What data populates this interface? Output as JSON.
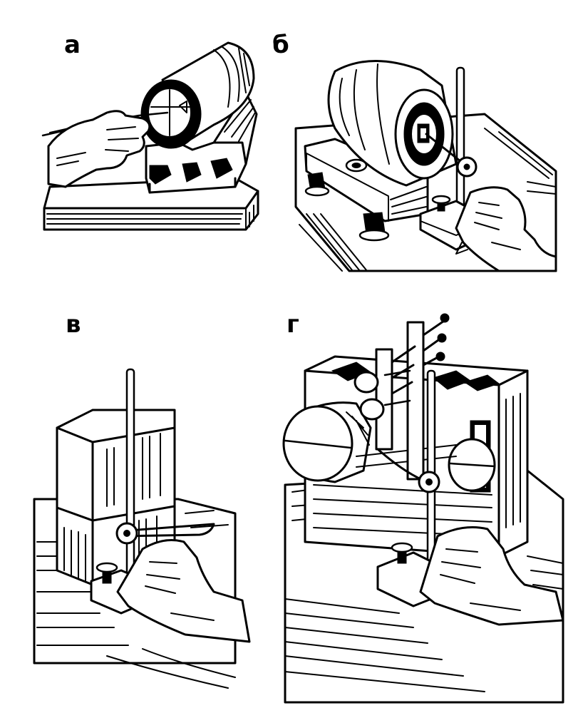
{
  "colors": {
    "ink": "#000000",
    "paper": "#ffffff"
  },
  "panels": [
    {
      "id": "a",
      "label": "а"
    },
    {
      "id": "b",
      "label": "б"
    },
    {
      "id": "v",
      "label": "в"
    },
    {
      "id": "g",
      "label": "г"
    }
  ]
}
